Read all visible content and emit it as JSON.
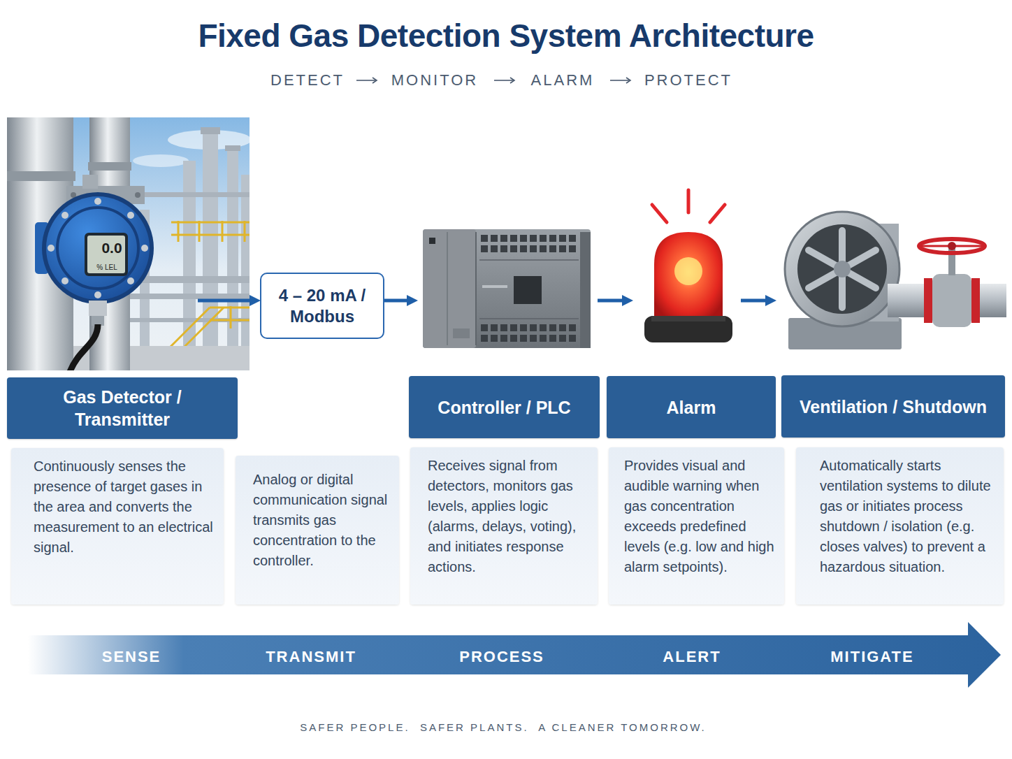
{
  "diagram": {
    "title": "Fixed Gas Detection System Architecture",
    "caption": "SAFER PEOPLE.  SAFER PLANTS.  A CLEANER TOMORROW.",
    "nodes": [
      {
        "text": [
          "Gas Detector / Transmitter"
        ]
      },
      {
        "text": [
          "4 – 20 mA / Modbus"
        ]
      },
      {
        "text": [
          "Controller / PLC"
        ]
      },
      {
        "text": [
          "Alarm"
        ]
      },
      {
        "text": [
          "Ventilation / Shutdown"
        ]
      },
      {
        "text": [
          "Continuously senses the presence of target gases in the area and converts the measurement to an electrical signal."
        ]
      },
      {
        "text": [
          "Analog or digital communication signal transmits gas concentration to the controller."
        ]
      },
      {
        "text": [
          "Receives signal from detectors, monitors gas levels, applies logic (alarms, delays, voting), and initiates response actions."
        ]
      },
      {
        "text": [
          "Provides visual and audible warning when gas concentration exceeds predefined levels (e.g. low and high alarm setpoints)."
        ]
      },
      {
        "text": [
          "Automatically starts ventilation systems to dilute gas or initiates process shutdown / isolation (e.g. closes valves) to prevent a hazardous situation."
        ]
      }
    ],
    "edges": [
      {
        "from": 0,
        "to": 1,
        "arrow": "to"
      },
      {
        "from": 1,
        "to": 2,
        "arrow": "to"
      },
      {
        "from": 2,
        "to": 3,
        "arrow": "to"
      },
      {
        "from": 3,
        "to": 4,
        "arrow": "to"
      }
    ],
    "labels": [
      "DETECT",
      "MONITOR",
      "ALARM",
      "PROTECT",
      "0.0",
      "% LEL",
      "SENSE",
      "TRANSMIT",
      "PROCESS",
      "ALERT",
      "MITIGATE"
    ]
  }
}
